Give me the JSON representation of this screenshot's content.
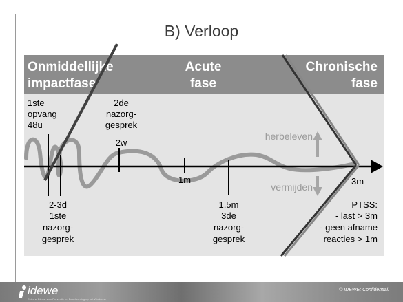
{
  "title": "B) Verloop",
  "phases": {
    "immediate_line1": "Onmiddellijke",
    "immediate_line2": "impactfase",
    "acute_line1": "Acute",
    "acute_line2": "fase",
    "chronic_line1": "Chronische",
    "chronic_line2": "fase"
  },
  "timeline": {
    "first_care_line1": "1ste",
    "first_care_line2": "opvang",
    "first_care_line3": "48u",
    "second_talk_line1": "2de",
    "second_talk_line2": "nazorg-",
    "second_talk_line3": "gesprek",
    "second_talk_line4": "2w",
    "one_month": "1m",
    "three_month": "3m",
    "first_talk_line1": "2-3d",
    "first_talk_line2": "1ste",
    "first_talk_line3": "nazorg-",
    "first_talk_line4": "gesprek",
    "third_talk_line1": "1,5m",
    "third_talk_line2": "3de",
    "third_talk_line3": "nazorg-",
    "third_talk_line4": "gesprek"
  },
  "arrows": {
    "up_label": "herbeleven",
    "down_label": "vermijden"
  },
  "ptss": {
    "line1": "PTSS:",
    "line2": "- last > 3m",
    "line3": "- geen afname",
    "line4": "reacties > 1m"
  },
  "footer": {
    "logo_text": "idewe",
    "tagline": "Externe Dienst voor Preventie en Bescherming op het Werk vzw",
    "confidential": "© IDEWE: Confidential."
  },
  "colors": {
    "header_band": "#8c8c8c",
    "chart_bg": "#e4e4e4",
    "wave": "#9a9a9a",
    "arrow_gray": "#a6a6a6",
    "axis": "#000000"
  }
}
